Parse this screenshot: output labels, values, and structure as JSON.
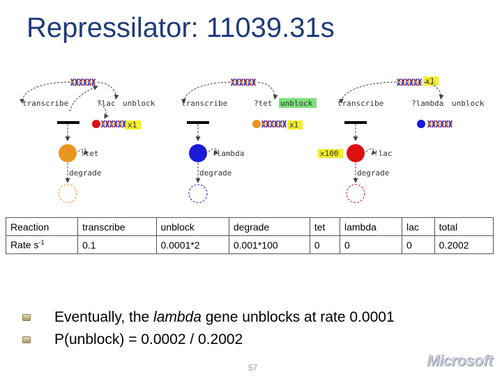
{
  "title": "Repressilator: 11039.31s",
  "diagram": {
    "panels": [
      {
        "transcribe": "transcribe",
        "repressor_label": "?lac",
        "unblock": "unblock",
        "protein": "!tet",
        "degrade": "degrade",
        "multiplier": "x1",
        "unblock_highlighted": false
      },
      {
        "transcribe": "transcribe",
        "repressor_label": "?tet",
        "unblock": "unblock",
        "protein": "!lambda",
        "degrade": "degrade",
        "multiplier": "x1",
        "unblock_highlighted": true
      },
      {
        "transcribe": "transcribe",
        "repressor_label": "?lambda",
        "unblock": "unblock",
        "protein": "!lac",
        "degrade": "degrade",
        "multiplier_top": "x1",
        "multiplier_protein": "x100",
        "unblock_highlighted": false
      }
    ],
    "colors": {
      "tet": "#e8961e",
      "lambda": "#1a1ad8",
      "lac": "#dd1010",
      "highlight": "#7de07d",
      "badge": "#f2ec2a"
    }
  },
  "table": {
    "rows": [
      [
        "Reaction",
        "transcribe",
        "unblock",
        "degrade",
        "tet",
        "lambda",
        "lac",
        "total"
      ],
      [
        "Rate s",
        "0.1",
        "0.0001*2",
        "0.001*100",
        "0",
        "0",
        "0",
        "0.2002"
      ]
    ],
    "rate_superscript": "-1"
  },
  "bullets": {
    "b1_before": "Eventually, the ",
    "b1_em": "lambda",
    "b1_after": " gene unblocks at rate 0.0001",
    "b2": "P(unblock) = 0.0002 / 0.2002"
  },
  "slide_number": "57",
  "logo": "Microsoft"
}
